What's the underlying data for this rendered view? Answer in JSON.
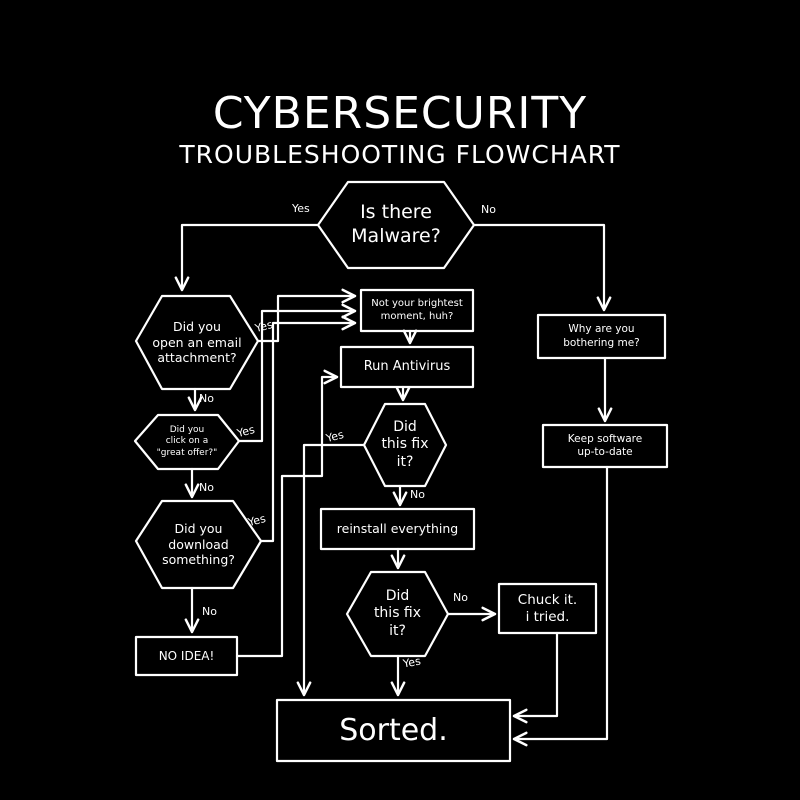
{
  "title": "CYBERSECURITY",
  "subtitle": "TROUBLESHOOTING FLOWCHART",
  "colors": {
    "background": "#000000",
    "ink": "#ffffff"
  },
  "nodes": {
    "malware": "Is there\nMalware?",
    "email": "Did you\nopen an email\nattachment?",
    "offer": "Did you\nclick on a\n\"great offer?\"",
    "download": "Did you\ndownload\nsomething?",
    "noidea": "NO IDEA!",
    "brightest": "Not your brightest\nmoment, huh?",
    "antivirus": "Run Antivirus",
    "fix1": "Did\nthis fix\nit?",
    "reinstall": "reinstall everything",
    "fix2": "Did\nthis fix\nit?",
    "chuck": "Chuck it.\ni tried.",
    "sorted": "Sorted.",
    "bothering": "Why are you\nbothering me?",
    "keep": "Keep software\nup-to-date"
  },
  "labels": {
    "malware_yes": "Yes",
    "malware_no": "No",
    "email_yes": "Yes",
    "email_no": "No",
    "offer_yes": "Yes",
    "offer_no": "No",
    "download_yes": "Yes",
    "download_no": "No",
    "fix1_yes": "Yes",
    "fix1_no": "No",
    "fix2_no": "No",
    "fix2_yes": "Yes"
  }
}
